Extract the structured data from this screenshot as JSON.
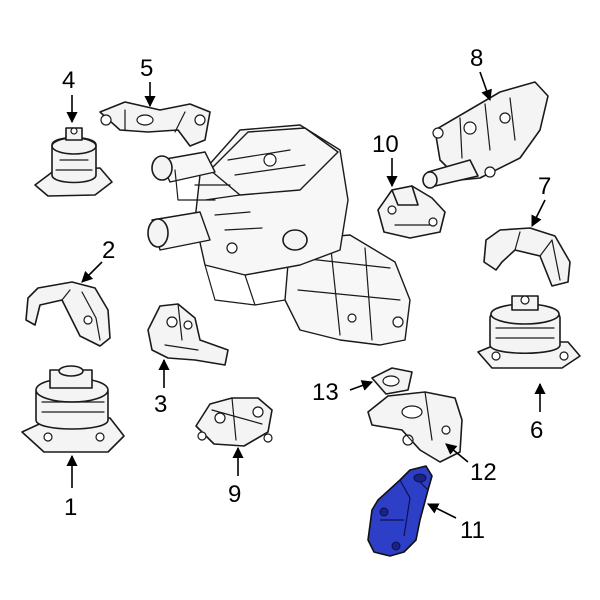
{
  "diagram": {
    "highlight_color": "#2E3FC7",
    "outline_color": "#1a1a1a",
    "callouts": [
      {
        "id": "1",
        "label": "1"
      },
      {
        "id": "2",
        "label": "2"
      },
      {
        "id": "3",
        "label": "3"
      },
      {
        "id": "4",
        "label": "4"
      },
      {
        "id": "5",
        "label": "5"
      },
      {
        "id": "6",
        "label": "6"
      },
      {
        "id": "7",
        "label": "7"
      },
      {
        "id": "8",
        "label": "8"
      },
      {
        "id": "9",
        "label": "9"
      },
      {
        "id": "10",
        "label": "10"
      },
      {
        "id": "11",
        "label": "11",
        "highlighted": true
      },
      {
        "id": "12",
        "label": "12"
      },
      {
        "id": "13",
        "label": "13"
      }
    ]
  }
}
